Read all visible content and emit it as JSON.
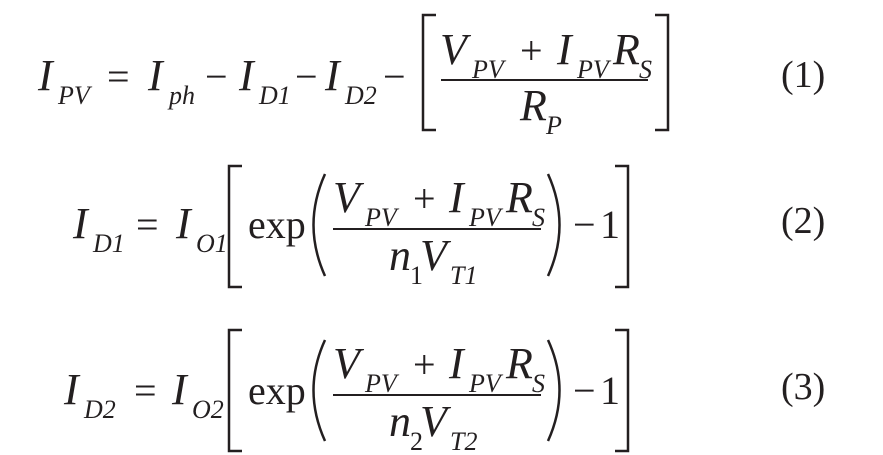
{
  "equations": [
    {
      "number": "(1)",
      "lhs": {
        "base": "I",
        "sub": "PV"
      },
      "terms": [
        {
          "base": "I",
          "sub": "ph"
        },
        {
          "base": "I",
          "sub": "D1"
        },
        {
          "base": "I",
          "sub": "D2"
        }
      ],
      "fraction": {
        "numerator": [
          {
            "base": "V",
            "sub": "PV"
          },
          {
            "base": "I",
            "sub": "PV"
          },
          {
            "base": "R",
            "sub": "S"
          }
        ],
        "denominator": {
          "base": "R",
          "sub": "P"
        }
      }
    },
    {
      "number": "(2)",
      "lhs": {
        "base": "I",
        "sub": "D1"
      },
      "coefficient": {
        "base": "I",
        "sub": "O1"
      },
      "function": "exp",
      "fraction": {
        "numerator": [
          {
            "base": "V",
            "sub": "PV"
          },
          {
            "base": "I",
            "sub": "PV"
          },
          {
            "base": "R",
            "sub": "S"
          }
        ],
        "denominator": [
          {
            "base": "n",
            "sub": "1"
          },
          {
            "base": "V",
            "sub": "T1"
          }
        ]
      },
      "constant": "1"
    },
    {
      "number": "(3)",
      "lhs": {
        "base": "I",
        "sub": "D2"
      },
      "coefficient": {
        "base": "I",
        "sub": "O2"
      },
      "function": "exp",
      "fraction": {
        "numerator": [
          {
            "base": "V",
            "sub": "PV"
          },
          {
            "base": "I",
            "sub": "PV"
          },
          {
            "base": "R",
            "sub": "S"
          }
        ],
        "denominator": [
          {
            "base": "n",
            "sub": "2"
          },
          {
            "base": "V",
            "sub": "T2"
          }
        ]
      },
      "constant": "1"
    }
  ],
  "symbols": {
    "equals": "=",
    "minus": "−",
    "plus": "+"
  }
}
